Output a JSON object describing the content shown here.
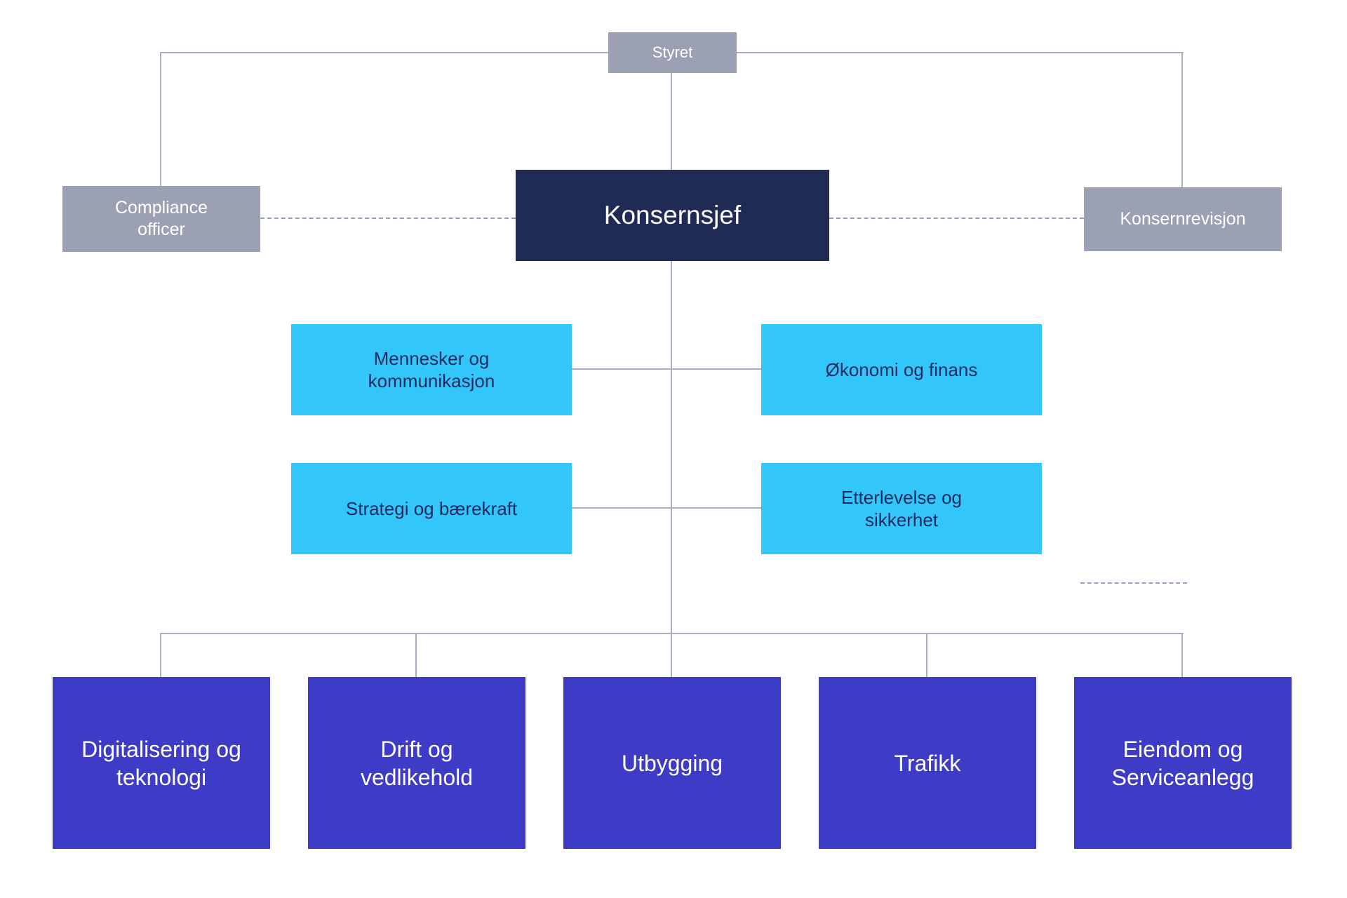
{
  "colors": {
    "box-gray": "#9BA1B3",
    "box-navy": "#1F2A55",
    "box-cyan": "#33C6FA",
    "box-indigo": "#3E3CC6",
    "text-on-cyan": "#1E2A5E",
    "text-light": "#FFFFFF",
    "line": "#A9AFC4",
    "line-dashed": "#97A1C2",
    "background": "#FFFFFF"
  },
  "diagram": {
    "type": "org-chart",
    "board": {
      "label": "Styret"
    },
    "ceo": {
      "label": "Konsernsjef",
      "connection_to_board": "solid"
    },
    "advisors": [
      {
        "label": "Compliance officer",
        "connection": "dashed",
        "side": "left"
      },
      {
        "label": "Konsernrevisjon",
        "connection": "dashed",
        "side": "right"
      }
    ],
    "staff_units": [
      {
        "label": "Mennesker og kommunikasjon"
      },
      {
        "label": "Økonomi og finans"
      },
      {
        "label": "Strategi og bærekraft"
      },
      {
        "label": "Etterlevelse og sikkerhet"
      }
    ],
    "divisions": [
      {
        "label": "Digitalisering og teknologi"
      },
      {
        "label": "Drift og vedlikehold"
      },
      {
        "label": "Utbygging"
      },
      {
        "label": "Trafikk"
      },
      {
        "label": "Eiendom og Serviceanlegg"
      }
    ]
  }
}
